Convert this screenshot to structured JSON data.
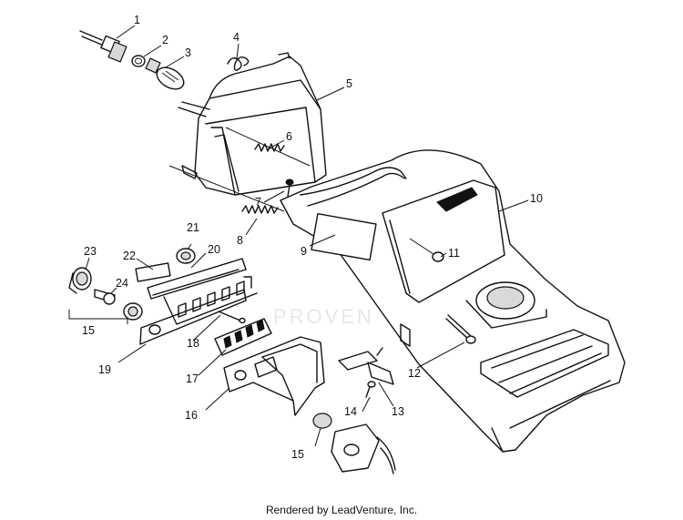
{
  "diagram": {
    "callouts": [
      "1",
      "2",
      "3",
      "4",
      "5",
      "6",
      "7",
      "8",
      "9",
      "10",
      "11",
      "12",
      "13",
      "14",
      "15",
      "16",
      "17",
      "18",
      "19",
      "20",
      "21",
      "22",
      "23",
      "24",
      "15"
    ],
    "watermark": "PROVEN TIRE"
  },
  "footer": {
    "text": "Rendered by LeadVenture, Inc."
  }
}
